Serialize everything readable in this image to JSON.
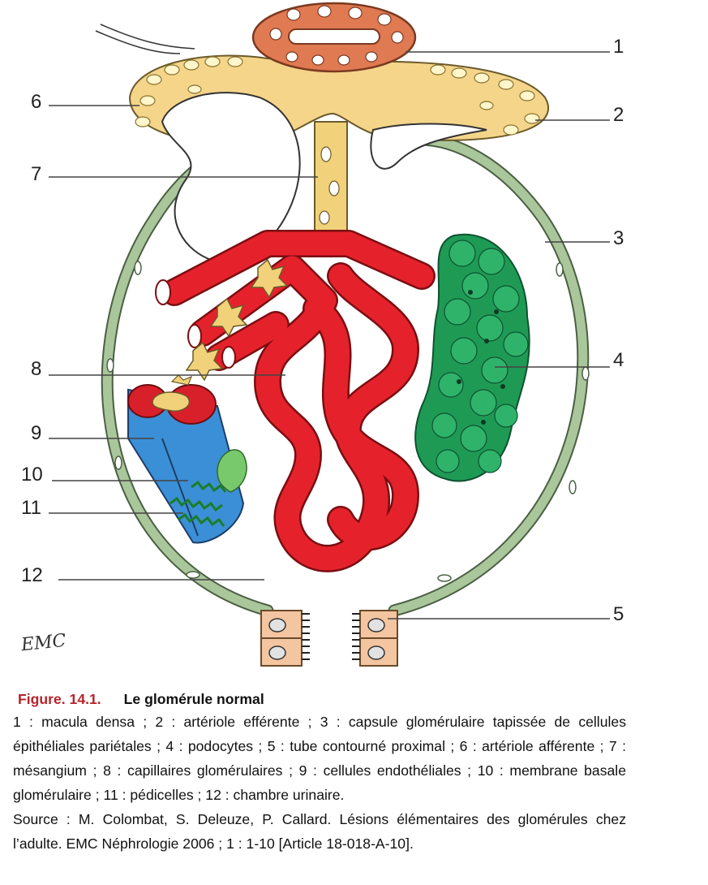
{
  "figure": {
    "labels": [
      "1",
      "2",
      "3",
      "4",
      "5",
      "6",
      "7",
      "8",
      "9",
      "10",
      "11",
      "12"
    ],
    "logo_text": "EMC",
    "colors": {
      "capsule": "#a9c79a",
      "capsule_outline": "#4b5f44",
      "capillary": "#e5222b",
      "podocyte": "#1f9a55",
      "macula": "#e07a52",
      "arteriole_wall": "#f4d58a",
      "endothelial": "#3b8fd6",
      "mesangium": "#f1d27a"
    }
  },
  "caption": {
    "figure_number": "Figure. 14.1.",
    "title": "Le glomérule normal",
    "legend": "1 : macula densa ; 2 : artériole efférente ; 3 : capsule glomérulaire tapissée de cellules épithéliales pariétales ; 4 : podocytes ; 5 : tube contourné proximal ; 6 : artériole afférente ; 7 : mésangium ; 8 : capillaires glomérulaires ; 9 : cellules endothéliales ; 10 : membrane basale glomérulaire ; 11 : pédicelles ; 12 : chambre urinaire.",
    "source": "Source : M. Colombat, S. Deleuze, P. Callard. Lésions élémentaires des glomérules chez l’adulte. EMC Néphrologie 2006 ; 1 : 1-10 [Article 18-018-A-10]."
  }
}
